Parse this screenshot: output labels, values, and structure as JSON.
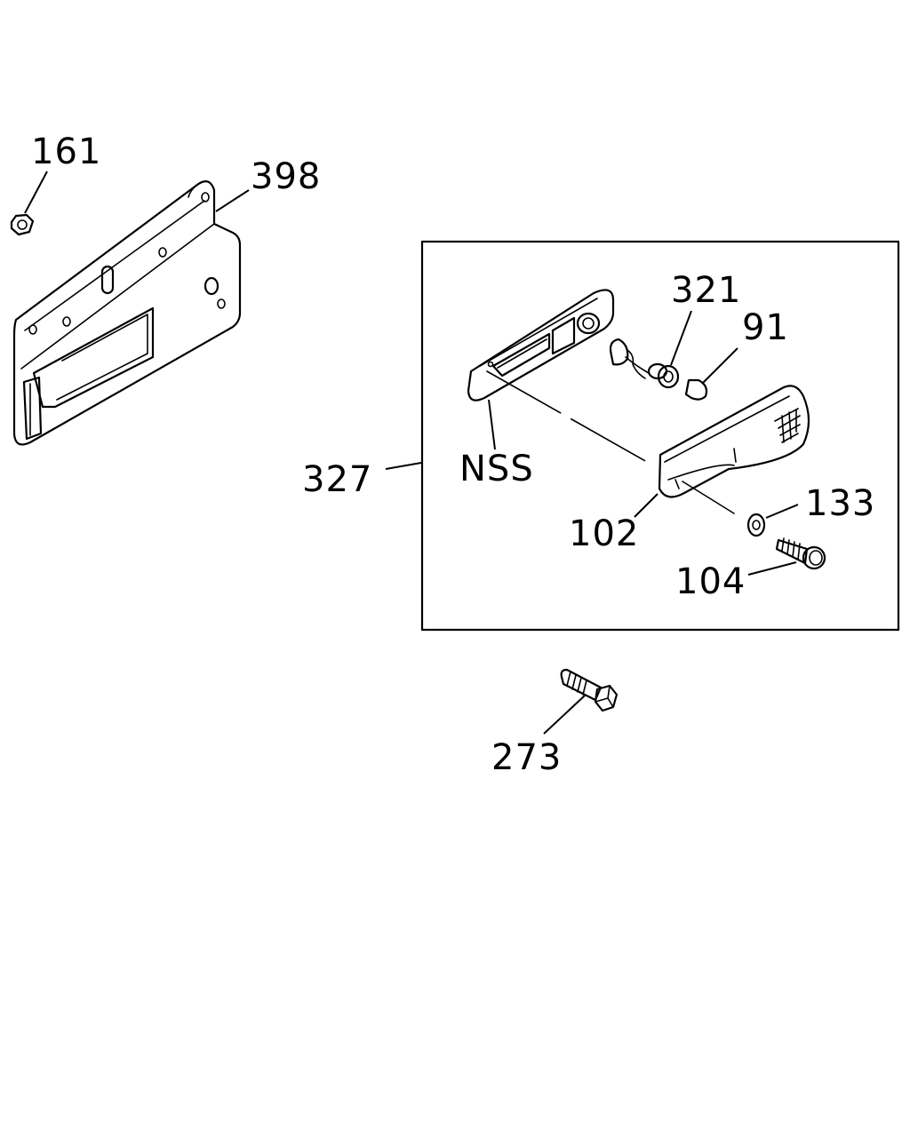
{
  "callouts": {
    "nut": "161",
    "bracket": "398",
    "lamp_assembly": "327",
    "socket": "321",
    "bulb": "91",
    "gasket": "NSS",
    "lamp_body": "102",
    "washer": "133",
    "screw": "104",
    "bolt": "273"
  }
}
